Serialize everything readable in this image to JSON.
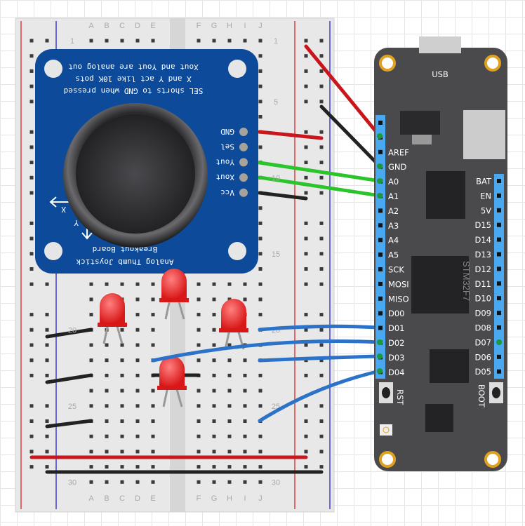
{
  "breadboard": {
    "columns_left": [
      "A",
      "B",
      "C",
      "D",
      "E"
    ],
    "columns_right": [
      "F",
      "G",
      "H",
      "I",
      "J"
    ],
    "row_labels": [
      "1",
      "5",
      "10",
      "15",
      "20",
      "25",
      "30"
    ]
  },
  "joystick": {
    "notes": [
      "Xout and Yout are analog out",
      "X and Y act like 10K pots",
      "SEL shorts to GND when pressed"
    ],
    "title_line1": "Analog Thumb Joystick",
    "title_line2": "Breakout Board",
    "pins": [
      "GND",
      "Sel",
      "Yout",
      "Xout",
      "Vcc"
    ],
    "axis_x": "X",
    "axis_y": "Y",
    "color": "#0d4a9a"
  },
  "board": {
    "usb_label": "USB",
    "chip_label": "STM32F7",
    "rst_label": "RST",
    "boot_label": "BOOT",
    "left_pins": [
      "",
      "",
      "AREF",
      "GND",
      "A0",
      "A1",
      "A2",
      "A3",
      "A4",
      "A5",
      "SCK",
      "MOSI",
      "MISO",
      "D00",
      "D01",
      "D02",
      "D03",
      "D04"
    ],
    "right_pins": [
      "BAT",
      "EN",
      "5V",
      "D15",
      "D14",
      "D13",
      "D12",
      "D11",
      "D10",
      "D09",
      "D08",
      "D07",
      "D06",
      "D05"
    ],
    "color": "#4a4a4c",
    "header_color": "#4aa8f0"
  },
  "wire_colors": {
    "red": "#c8161c",
    "black": "#222222",
    "green": "#2bc42b",
    "blue": "#2b72c8"
  }
}
